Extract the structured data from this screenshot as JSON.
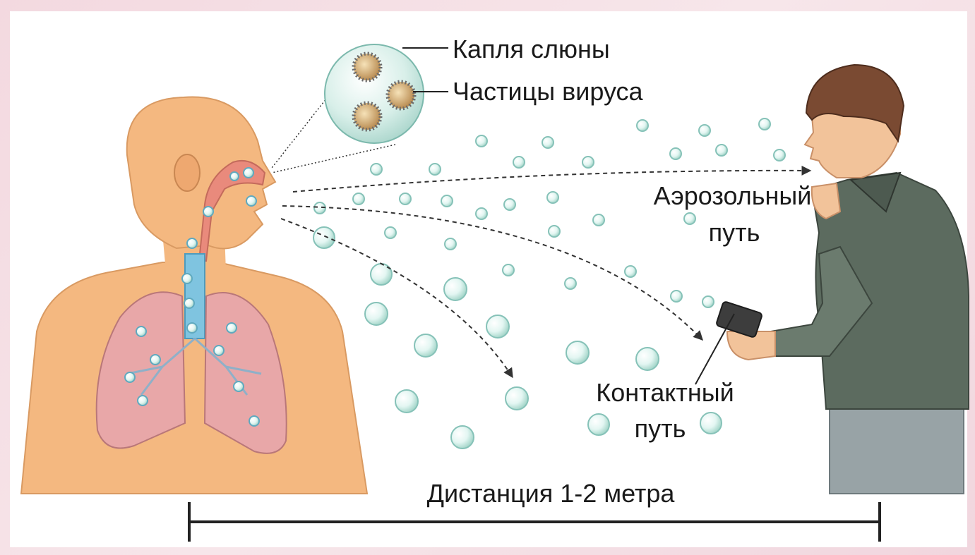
{
  "labels": {
    "droplet": "Капля слюны",
    "virus_particles": "Частицы вируса",
    "aerosol_line1": "Аэрозольный",
    "aerosol_line2": "путь",
    "contact_line1": "Контактный",
    "contact_line2": "путь",
    "distance": "Дистанция 1-2 метра"
  },
  "colors": {
    "skin": "#f4b880",
    "airway": "#e98a7c",
    "lung": "#e8a7a8",
    "droplet": "#cfeee6",
    "shirt": "#5c6b5f",
    "pants": "#98a3a6",
    "hair": "#7a4a32"
  }
}
